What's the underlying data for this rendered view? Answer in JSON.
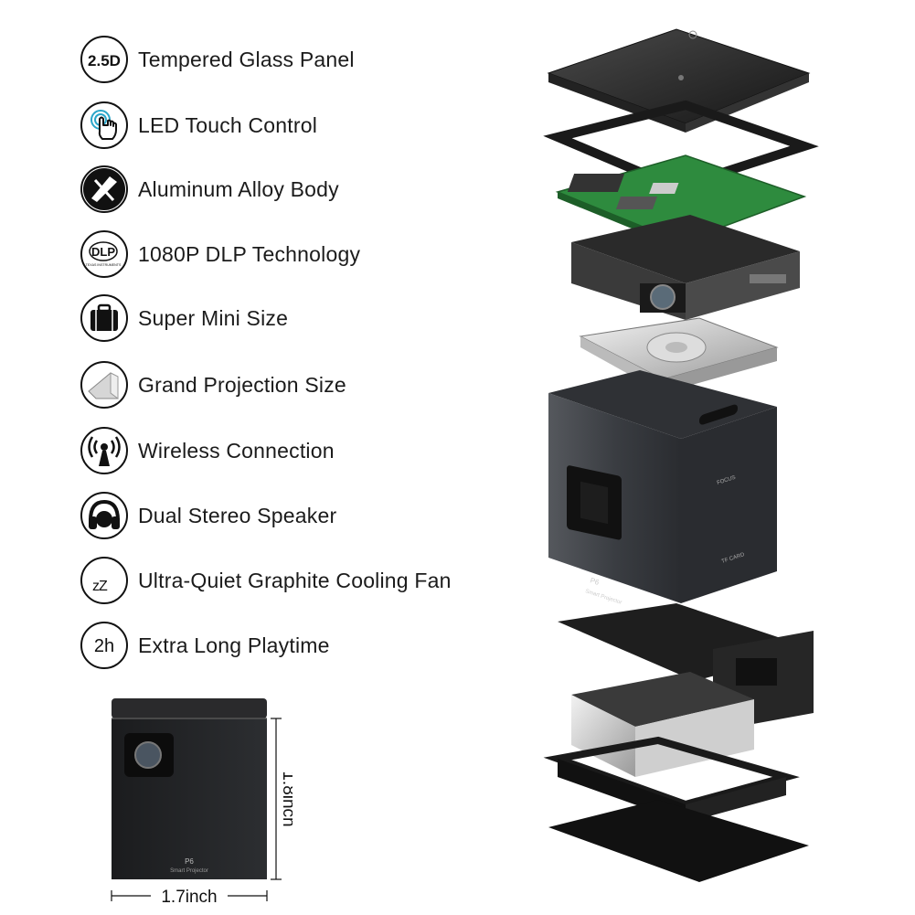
{
  "features": [
    {
      "icon": "glass-panel-icon",
      "badge_text": "2.5D",
      "label": "Tempered Glass Panel"
    },
    {
      "icon": "touch-hand-icon",
      "label": "LED Touch Control"
    },
    {
      "icon": "aluminum-body-icon",
      "label": "Aluminum Alloy Body"
    },
    {
      "icon": "dlp-logo-icon",
      "badge_text": "DLP",
      "badge_subtext": "TEXAS INSTRUMENTS",
      "label": "1080P DLP Technology"
    },
    {
      "icon": "briefcase-icon",
      "label": "Super Mini Size"
    },
    {
      "icon": "projection-screen-icon",
      "label": "Grand Projection Size"
    },
    {
      "icon": "wireless-antenna-icon",
      "label": "Wireless Connection"
    },
    {
      "icon": "headphones-icon",
      "label": "Dual Stereo Speaker"
    },
    {
      "icon": "sleep-zz-icon",
      "badge_text": "zZ",
      "label": "Ultra-Quiet Graphite Cooling Fan"
    },
    {
      "icon": "playtime-icon",
      "badge_text": "2h",
      "label": "Extra Long Playtime"
    }
  ],
  "product": {
    "model": "P6",
    "model_subtitle": "Smart Projector",
    "focus_label": "FOCUS",
    "tf_card_label": "TF CARD",
    "height_label": "1.8inch",
    "width_label": "1.7inch"
  },
  "colors": {
    "icon_stroke": "#111111",
    "pcb_green": "#2e8b3e",
    "body_dark": "#3a3d42",
    "glass_top": "#2b2b2b"
  }
}
